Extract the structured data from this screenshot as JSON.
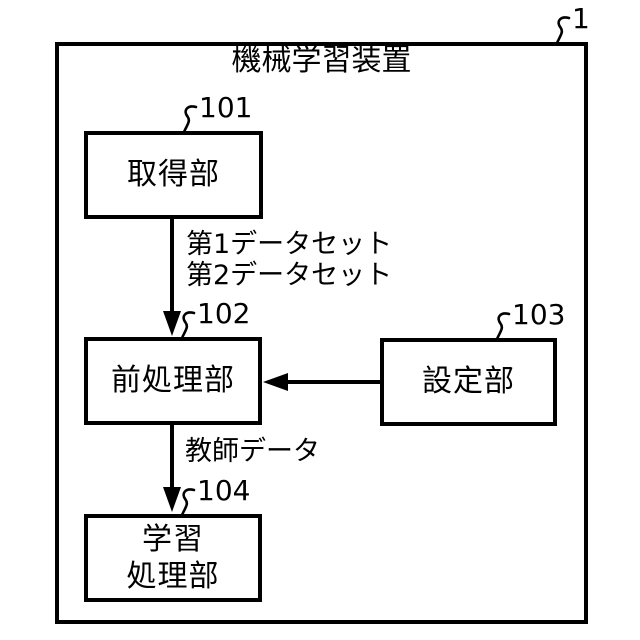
{
  "figure": {
    "title": "機械学習装置",
    "device_ref": "1",
    "blocks": [
      {
        "ref": "101",
        "label": "取得部"
      },
      {
        "ref": "102",
        "label": "前処理部"
      },
      {
        "ref": "103",
        "label": "設定部"
      },
      {
        "ref": "104",
        "label": "学習処理部",
        "label_lines": [
          "学習",
          "処理部"
        ]
      }
    ],
    "flow_labels": {
      "datasets_line1": "第1データセット",
      "datasets_line2": "第2データセット",
      "teacher_data": "教師データ"
    },
    "colors": {
      "line": "#000000",
      "background": "#ffffff"
    }
  }
}
